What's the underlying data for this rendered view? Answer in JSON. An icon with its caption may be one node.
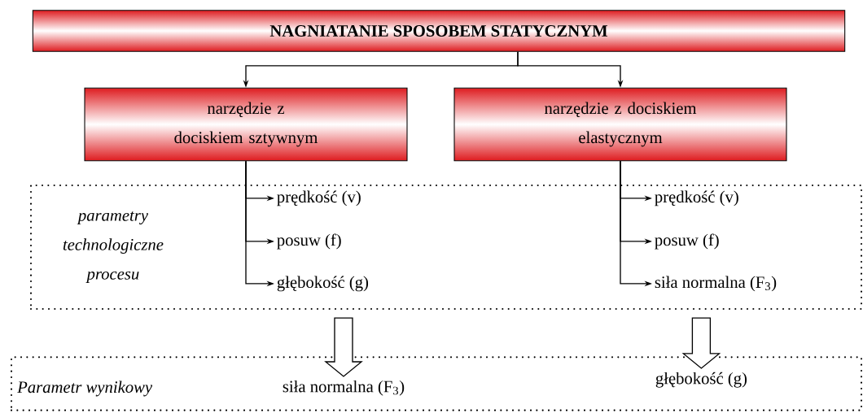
{
  "diagram": {
    "nodes": [
      {
        "text": [
          "NAGNIATANIE SPOSOBEM STATYCZNYM"
        ]
      },
      {
        "text": [
          "narzędzie z dociskiem sztywnym"
        ]
      },
      {
        "text": [
          "narzędzie z dociskiem elastycznym"
        ]
      },
      {
        "text": [
          "parametry technologiczne procesu"
        ]
      },
      {
        "text": [
          "prędkość (v)"
        ],
        "in": 3
      },
      {
        "text": [
          "posuw (f)"
        ],
        "in": 3
      },
      {
        "text": [
          "głębokość (g)"
        ],
        "in": 3
      },
      {
        "text": [
          "prędkość (v)"
        ],
        "in": 3
      },
      {
        "text": [
          "posuw (f)"
        ],
        "in": 3
      },
      {
        "text": [
          "siła normalna (F$_{3}$)"
        ],
        "in": 3
      },
      {
        "text": [
          "Parametr wynikowy"
        ]
      },
      {
        "text": [
          "siła normalna (F$_{3}$)"
        ],
        "in": 10
      },
      {
        "text": [
          "głębokość (g)"
        ],
        "in": 10
      }
    ],
    "edges": [
      {
        "from": 0,
        "to": 1,
        "arrow": "to"
      },
      {
        "from": 0,
        "to": 2,
        "arrow": "to"
      },
      {
        "from": 1,
        "to": 4,
        "arrow": "to"
      },
      {
        "from": 1,
        "to": 5,
        "arrow": "to"
      },
      {
        "from": 1,
        "to": 6,
        "arrow": "to"
      },
      {
        "from": 2,
        "to": 7,
        "arrow": "to"
      },
      {
        "from": 2,
        "to": 8,
        "arrow": "to"
      },
      {
        "from": 2,
        "to": 9,
        "arrow": "to"
      },
      {
        "from": 3,
        "to": 11,
        "arrow": "to",
        "style": "thick"
      },
      {
        "from": 3,
        "to": 12,
        "arrow": "to",
        "style": "thick"
      }
    ]
  }
}
